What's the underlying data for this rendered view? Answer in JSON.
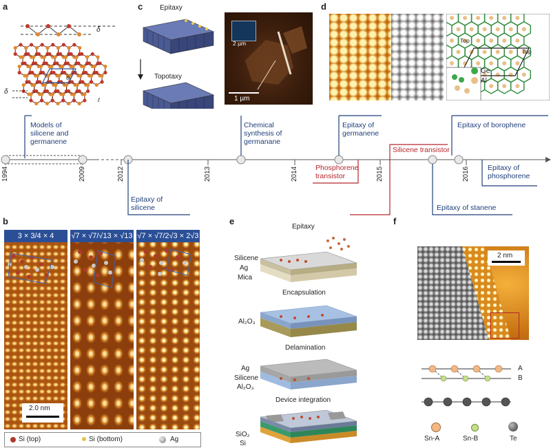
{
  "panel_letters": [
    "a",
    "b",
    "c",
    "d",
    "e",
    "f"
  ],
  "panel_a": {
    "delta_top": "δ",
    "delta_bottom": "δ",
    "theta": "θ",
    "bond_label": "ℓ"
  },
  "panel_c": {
    "epitaxy": "Epitaxy",
    "topotaxy": "Topotaxy",
    "scale_inset": "2 µm",
    "scale_main": "1 µm"
  },
  "panel_d": {
    "top_left": "Top",
    "top_right": "Top",
    "legend_ge": "Ge",
    "legend_al": "Al"
  },
  "timeline": {
    "years": [
      "1994",
      "2009",
      "2012",
      "2013",
      "2014",
      "2015",
      "2016"
    ],
    "events_above": [
      "Models of silicene and germanene",
      "Chemical synthesis of germanane",
      "Epitaxy of germanene",
      "Epitaxy of borophene"
    ],
    "events_below": [
      "Epitaxy of silicene",
      "Epitaxy of stanene",
      "Epitaxy of phosphorene"
    ],
    "transistor_events": [
      "Phosphorene transistor",
      "Silicene transistor"
    ]
  },
  "panel_b": {
    "headers": [
      "3 × 3/4 × 4",
      "√7 × √7/√13 × √13",
      "√7 × √7/2√3 × 2√3"
    ],
    "scale_bar": "2.0 nm",
    "legend": [
      "Si (top)",
      "Si (bottom)",
      "Ag"
    ]
  },
  "panel_e": {
    "steps": [
      "Epitaxy",
      "Encapsulation",
      "Delamination",
      "Device integration"
    ],
    "layers_1": [
      "Silicene",
      "Ag",
      "Mica"
    ],
    "layers_2": [
      "Al₂O₃"
    ],
    "layers_3": [
      "Ag",
      "Silicene",
      "Al₂O₃"
    ],
    "layers_4": [
      "SiO₂",
      "Si"
    ]
  },
  "panel_f": {
    "scale_bar": "2 nm",
    "rows": [
      "A",
      "B"
    ],
    "legend": [
      "Sn-A",
      "Sn-B",
      "Te"
    ]
  },
  "colors": {
    "timeline_blue": "#1f3f7a",
    "transistor_red": "#b5262c",
    "stm_orange": "#d98a2b",
    "header_blue": "#2b4f97"
  }
}
